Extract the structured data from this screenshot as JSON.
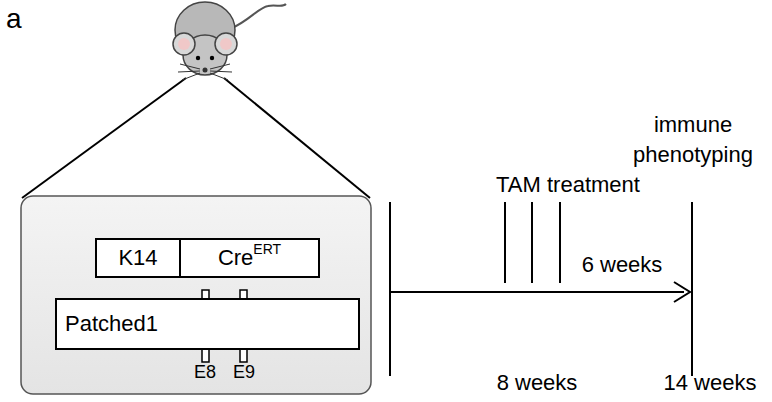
{
  "diagram": {
    "nodes": [
      {
        "text": [
          "K14"
        ]
      },
      {
        "text": [
          "Cre",
          "ERT"
        ]
      },
      {
        "text": [
          "Patched1"
        ]
      }
    ],
    "labels": [
      "a",
      "TAM treatment",
      "immune phenotyping",
      "6 weeks",
      "8 weeks",
      "14 weeks",
      "E8",
      "E9"
    ]
  }
}
